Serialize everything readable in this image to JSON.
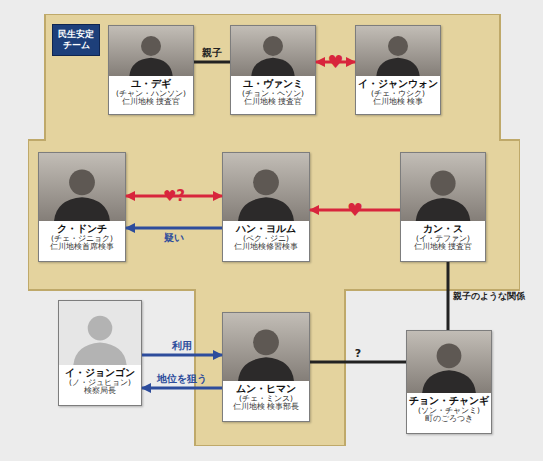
{
  "diagram": {
    "nodes": [
      {
        "text": [
          "民生安定 チーム"
        ]
      },
      {
        "text": [
          "ユ・デギ",
          "(チャン・ハンソン)",
          "仁川地検 捜査官"
        ],
        "in": 0
      },
      {
        "text": [
          "ユ・ヴァンミ",
          "(チョン・ヘソン)",
          "仁川地検 捜査官"
        ],
        "in": 0
      },
      {
        "text": [
          "イ・ジャンウォン",
          "(チェ・ウシク)",
          "仁川地検 検事"
        ],
        "in": 0
      },
      {
        "text": [
          "ク・ドンチ",
          "(チェ・ジニョク)",
          "仁川地検首席検事"
        ],
        "in": 0
      },
      {
        "text": [
          "ハン・ヨルム",
          "(ペク・ジニ)",
          "仁川地検修習検事"
        ],
        "in": 0
      },
      {
        "text": [
          "カン・ス",
          "(イ・テファン)",
          "仁川地検 捜査官"
        ],
        "in": 0
      },
      {
        "text": [
          "イ・ジョンゴン",
          "(ノ・ジュヒョン)",
          "検察局長"
        ]
      },
      {
        "text": [
          "ムン・ヒマン",
          "(チェ・ミンス)",
          "仁川地検 検事部長"
        ],
        "in": 0
      },
      {
        "text": [
          "チョン・チャンギ",
          "(ソン・チャンミ)",
          "町のごろつき"
        ]
      }
    ],
    "edges": [
      {
        "from": 1,
        "to": 2,
        "arrow": "none",
        "label": "親子"
      },
      {
        "from": 2,
        "to": 3,
        "arrow": "both",
        "label": "♥"
      },
      {
        "from": 4,
        "to": 5,
        "arrow": "both",
        "label": "♥?"
      },
      {
        "from": 5,
        "to": 4,
        "arrow": "to",
        "label": "疑い"
      },
      {
        "from": 6,
        "to": 5,
        "arrow": "to",
        "label": "♥"
      },
      {
        "from": 6,
        "to": 9,
        "arrow": "none",
        "label": "親子のような関係"
      },
      {
        "from": 7,
        "to": 8,
        "arrow": "to",
        "label": "利用"
      },
      {
        "from": 8,
        "to": 7,
        "arrow": "to",
        "label": "地位を狙う"
      },
      {
        "from": 8,
        "to": 9,
        "arrow": "none",
        "label": "?"
      }
    ]
  }
}
